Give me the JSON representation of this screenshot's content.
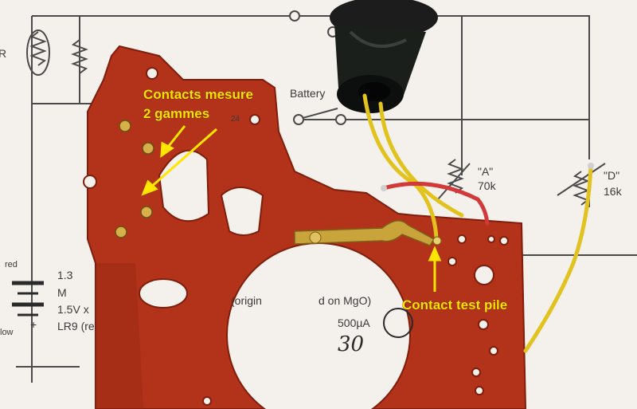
{
  "photo": {
    "description_colors": {
      "board": "#b2321a",
      "board_dark": "#8e2410",
      "paper": "#f4f1ec",
      "wire_yellow": "#e2c21e",
      "wire_red": "#d23a3a",
      "brass": "#c9a43a",
      "annotation": "#ffe600"
    }
  },
  "annotations": {
    "contacts_line1": "Contacts mesure",
    "contacts_line2": "2 gammes",
    "test_contact": "Contact test pile"
  },
  "schematic": {
    "battery_label": "Battery",
    "r_label_fragment": "R",
    "a_label": "\"A\"",
    "a_value": "70k",
    "d_label": "\"D\"",
    "d_value": "16k",
    "red_label": "red",
    "low_label": "low",
    "plus_sign": "+",
    "text_13": "1.3",
    "text_m": "M",
    "text_15v": "1.5V x",
    "text_lr9": "LR9 (re",
    "text_origin": "(origin",
    "text_mgo": "d on MgO)",
    "meter_value": "500µA",
    "meter_hand": "30",
    "text_24": "24"
  }
}
